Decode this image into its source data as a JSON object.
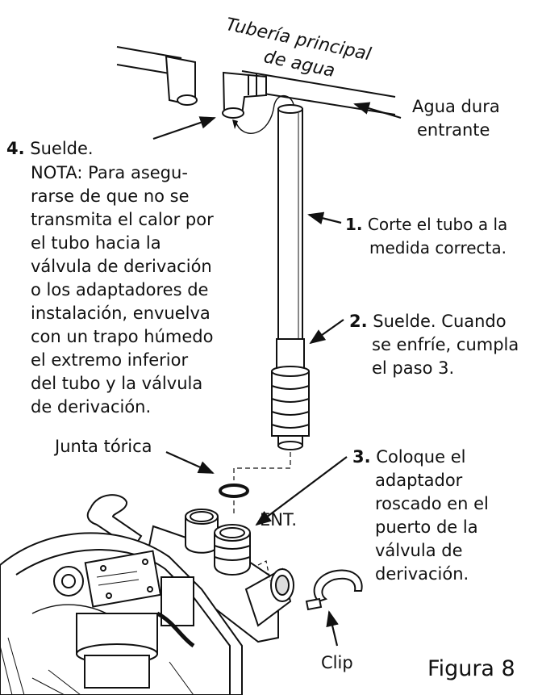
{
  "pipe_label": {
    "line1": "Tubería principal",
    "line2": "de agua"
  },
  "hard_water_label": {
    "line1": "Agua dura",
    "line2": "entrante"
  },
  "step1": {
    "number": "1.",
    "line1": "Corte el tubo a la",
    "line2": "medida correcta."
  },
  "step2": {
    "number": "2.",
    "line1": "Suelde. Cuando",
    "line2": "se enfríe, cumpla",
    "line3": "el paso 3."
  },
  "step3": {
    "number": "3.",
    "lines": [
      "Coloque el",
      "adaptador",
      "roscado en el",
      "puerto de la",
      "válvula de",
      "derivación."
    ]
  },
  "step4": {
    "number": "4.",
    "title": "Suelde.",
    "note_lines": [
      "NOTA: Para asegu-",
      "rarse de que no se",
      "transmita el calor por",
      "el tubo hacia la",
      "válvula de derivación",
      "o los adaptadores de",
      "instalación, envuelva",
      "con un trapo húmedo",
      "el extremo inferior",
      "del tubo y la válvula",
      "de derivación."
    ]
  },
  "oring_label": "Junta tórica",
  "inlet_label": "ENT.",
  "clip_label": "Clip",
  "figure_label": "Figura 8"
}
